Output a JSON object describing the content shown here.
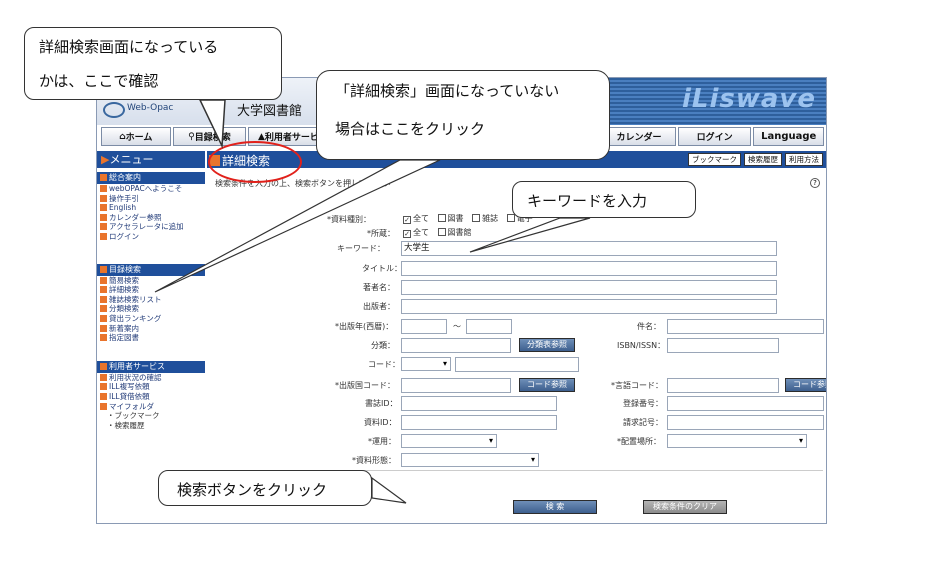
{
  "header": {
    "library_sub": "Web-Opac",
    "library_name": "大学図書館",
    "logo": "iLiswave"
  },
  "nav": [
    {
      "label": "ホーム",
      "icon": "house-icon"
    },
    {
      "label": "目録検索",
      "icon": "search-icon"
    },
    {
      "label": "利用者サービス",
      "icon": "person-icon"
    },
    {
      "label": "カレンダー"
    },
    {
      "label": "ログイン"
    },
    {
      "label": "Language"
    }
  ],
  "sidebar": {
    "title": "メニュー",
    "sections": [
      {
        "title": "総合案内",
        "items": [
          "webOPACへようこそ",
          "操作手引",
          "English",
          "カレンダー参照",
          "アクセラレータに追加",
          "ログイン"
        ]
      },
      {
        "title": "目録検索",
        "items": [
          "簡易検索",
          "詳細検索",
          "雑誌検索リスト",
          "分類検索",
          "貸出ランキング",
          "新着案内",
          "指定図書"
        ]
      },
      {
        "title": "利用者サービス",
        "items": [
          "利用状況の確認",
          "ILL複写依頼",
          "ILL貸借依頼",
          "マイフォルダ"
        ],
        "subitems": [
          "・ブックマーク",
          "・検索履歴"
        ]
      }
    ]
  },
  "main": {
    "title": "詳細検索",
    "buttons": [
      "ブックマーク",
      "検索履歴",
      "利用方法"
    ],
    "note": "検索条件を入力の上、検索ボタンを押して下さい",
    "form": {
      "material_label": "*資料種別：",
      "material_opts": [
        "全て",
        "図書",
        "雑誌",
        "電子"
      ],
      "location_label": "*所蔵：",
      "location_opts": [
        "全て",
        "図書館"
      ],
      "keyword_label": "キーワード：",
      "keyword_value": "大学生",
      "title_label": "タイトル：",
      "author_label": "著者名：",
      "publisher_label": "出版者：",
      "year_label": "*出版年(西暦)：",
      "year_sep": "～",
      "subject_label": "件名：",
      "class_label": "分類：",
      "class_btn": "分類表参照",
      "isbn_label": "ISBN/ISSN：",
      "code_label": "コード：",
      "country_label": "*出版国コード：",
      "code_btn": "コード参照",
      "lang_label": "*言語コード：",
      "lang_btn": "コード参照",
      "bookid_label": "書誌ID：",
      "regno_label": "登録番号：",
      "itemid_label": "資料ID：",
      "callno_label": "請求記号：",
      "use_label": "*運用：",
      "place_label": "*配置場所：",
      "form_label": "*資料形態：",
      "search_btn": "検 索",
      "clear_btn": "検索条件のクリア"
    }
  },
  "callouts": {
    "c1_line1": "詳細検索画面になっている",
    "c1_line2": "かは、ここで確認",
    "c2_line1": "「詳細検索」画面になっていない",
    "c2_line2": "場合はここをクリック",
    "c3": "キーワードを入力",
    "c4": "検索ボタンをクリック"
  }
}
